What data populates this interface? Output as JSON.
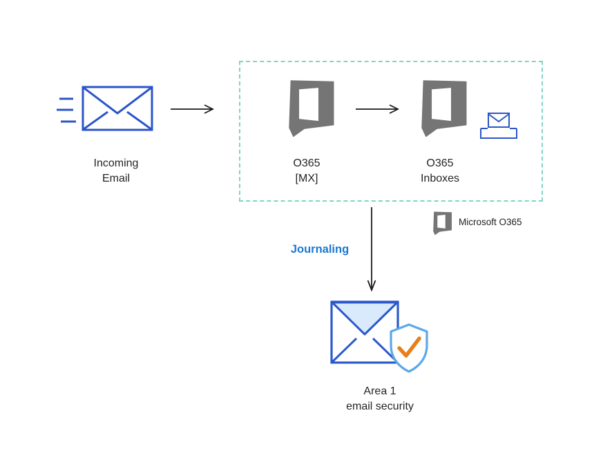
{
  "nodes": {
    "incoming_email": {
      "lines": [
        "Incoming",
        "Email"
      ],
      "icon": "envelope-with-speed-lines-icon"
    },
    "o365_mx": {
      "lines": [
        "O365",
        "[MX]"
      ],
      "icon": "office-365-logo-icon"
    },
    "o365_inboxes": {
      "lines": [
        "O365",
        "Inboxes"
      ],
      "icon": "office-365-logo-icon",
      "secondary_icon": "inbox-envelope-icon"
    },
    "area1_email_security": {
      "lines": [
        "Area 1",
        "email security"
      ],
      "icon": "envelope-shield-check-icon"
    }
  },
  "labels": {
    "journaling": "Journaling"
  },
  "legend": {
    "icon": "office-365-logo-icon",
    "label": "Microsoft O365"
  },
  "colors": {
    "envelope_blue": "#2b55c8",
    "office_gray": "#757575",
    "dashed_border_teal": "#7fd4c4",
    "journaling_blue": "#1a78d2",
    "shield_blue": "#5aa8ea",
    "check_orange": "#e87f1e",
    "flap_fill_blue": "#d9eafc",
    "arrow_black": "#1a1a1a",
    "label_text": "#242424"
  }
}
